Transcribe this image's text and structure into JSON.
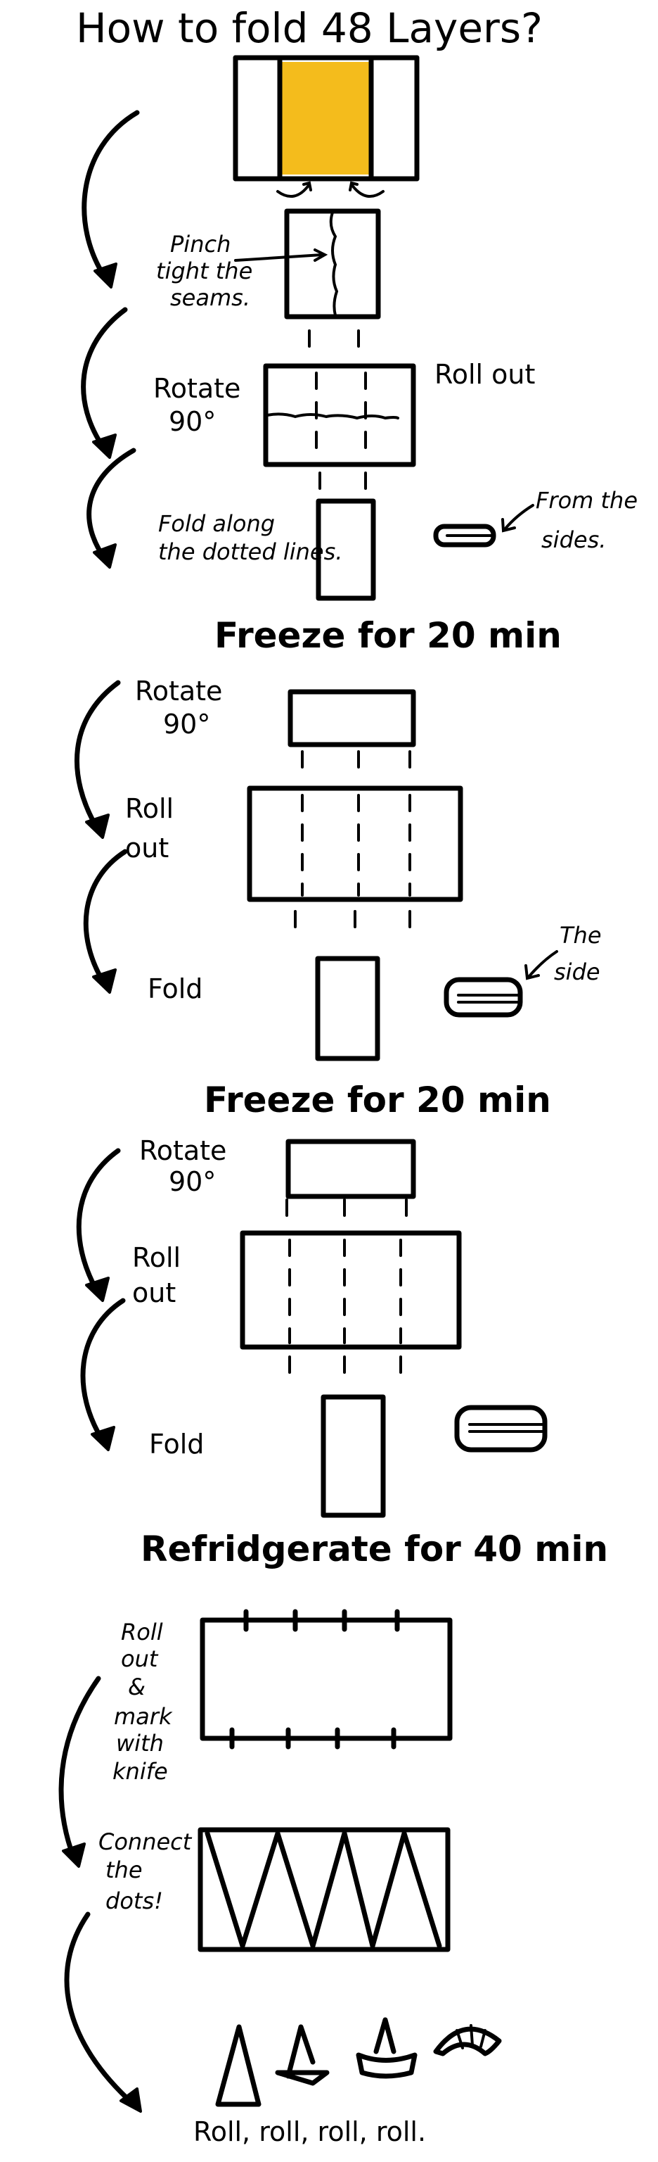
{
  "title": "How to fold 48 Layers?",
  "colors": {
    "dough_fill": "#f4bc1c",
    "ink": "#000000",
    "background": "#ffffff"
  },
  "step1": {
    "pinch_note": [
      "Pinch",
      "tight the",
      "seams."
    ],
    "rotate_note": [
      "Rotate",
      "90°"
    ],
    "roll_out_note": "Roll out",
    "fold_note": [
      "Fold along",
      "the dotted lines."
    ],
    "sides_note": [
      "From the",
      "sides."
    ]
  },
  "freeze_1": "Freeze for 20 min",
  "step2": {
    "rotate_note": [
      "Rotate",
      "90°"
    ],
    "roll_note": [
      "Roll",
      "out"
    ],
    "fold_note": "Fold",
    "side_note": [
      "The",
      "side"
    ]
  },
  "freeze_2": "Freeze for 20 min",
  "step3": {
    "rotate_note": [
      "Rotate",
      "90°"
    ],
    "roll_note": [
      "Roll",
      "out"
    ],
    "fold_note": "Fold"
  },
  "refrigerate": "Refridgerate for 40 min",
  "step4": {
    "mark_note": [
      "Roll",
      "out",
      "&",
      "mark",
      "with",
      "knife"
    ],
    "connect_note": [
      "Connect",
      "the",
      "dots!"
    ],
    "final_caption": "Roll, roll, roll, roll."
  }
}
